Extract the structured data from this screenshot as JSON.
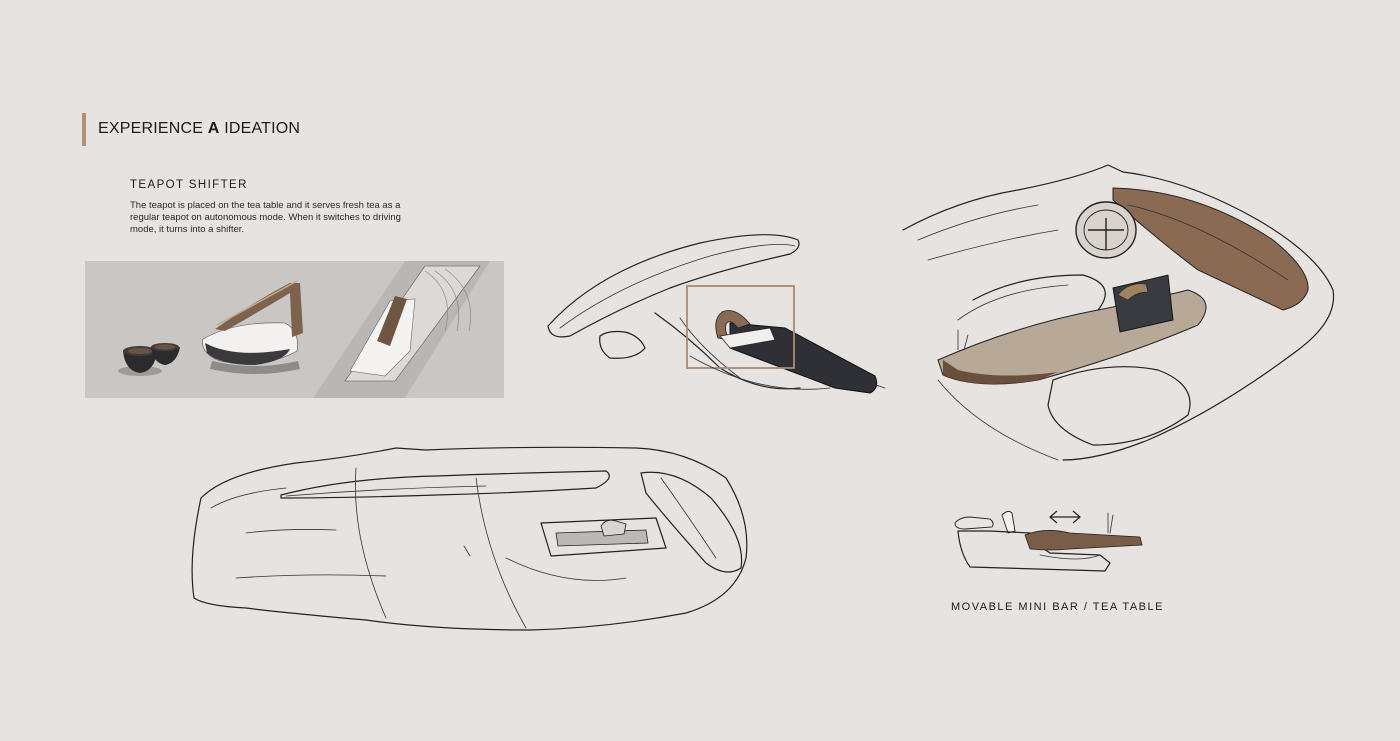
{
  "header": {
    "title_pre": "EXPERIENCE ",
    "title_bold": "A",
    "title_post": " IDEATION",
    "accent_color": "#b38f74"
  },
  "section": {
    "subtitle": "TEAPOT SHIFTER",
    "description": "The teapot is placed on the tea table and it serves fresh tea as a regular teapot on autonomous mode. When it switches to driving mode, it turns into a shifter."
  },
  "caption": {
    "text": "MOVABLE MINI BAR / TEA TABLE"
  },
  "colors": {
    "background": "#e6e3e1",
    "wood": "#8a6a52",
    "dark": "#2d2e33"
  },
  "icons": [
    "double-arrow-icon"
  ]
}
